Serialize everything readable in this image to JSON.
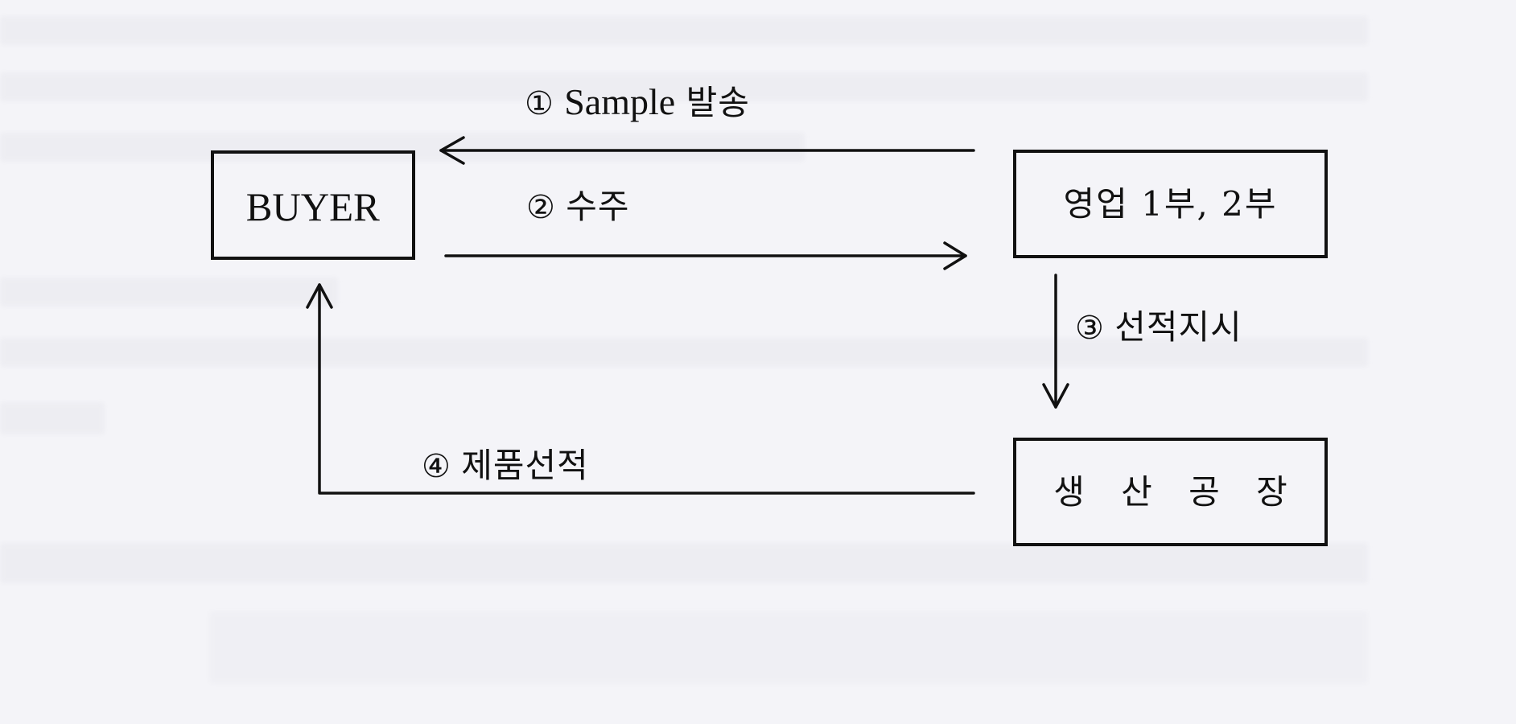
{
  "diagram": {
    "type": "process-flow",
    "nodes": {
      "buyer": {
        "label": "BUYER"
      },
      "sales": {
        "label": "영업 1부, 2부"
      },
      "factory": {
        "label": "생 산 공 장"
      }
    },
    "edges": [
      {
        "step": "①",
        "label": "Sample 발송",
        "label_en": "Sample",
        "label_ko": "발송",
        "from": "sales",
        "to": "buyer"
      },
      {
        "step": "②",
        "label": "수주",
        "from": "buyer",
        "to": "sales"
      },
      {
        "step": "③",
        "label": "선적지시",
        "from": "sales",
        "to": "factory"
      },
      {
        "step": "④",
        "label": "제품선적",
        "from": "factory",
        "to": "buyer"
      }
    ]
  },
  "colors": {
    "background": "#f4f4f8",
    "ink": "#111111"
  }
}
